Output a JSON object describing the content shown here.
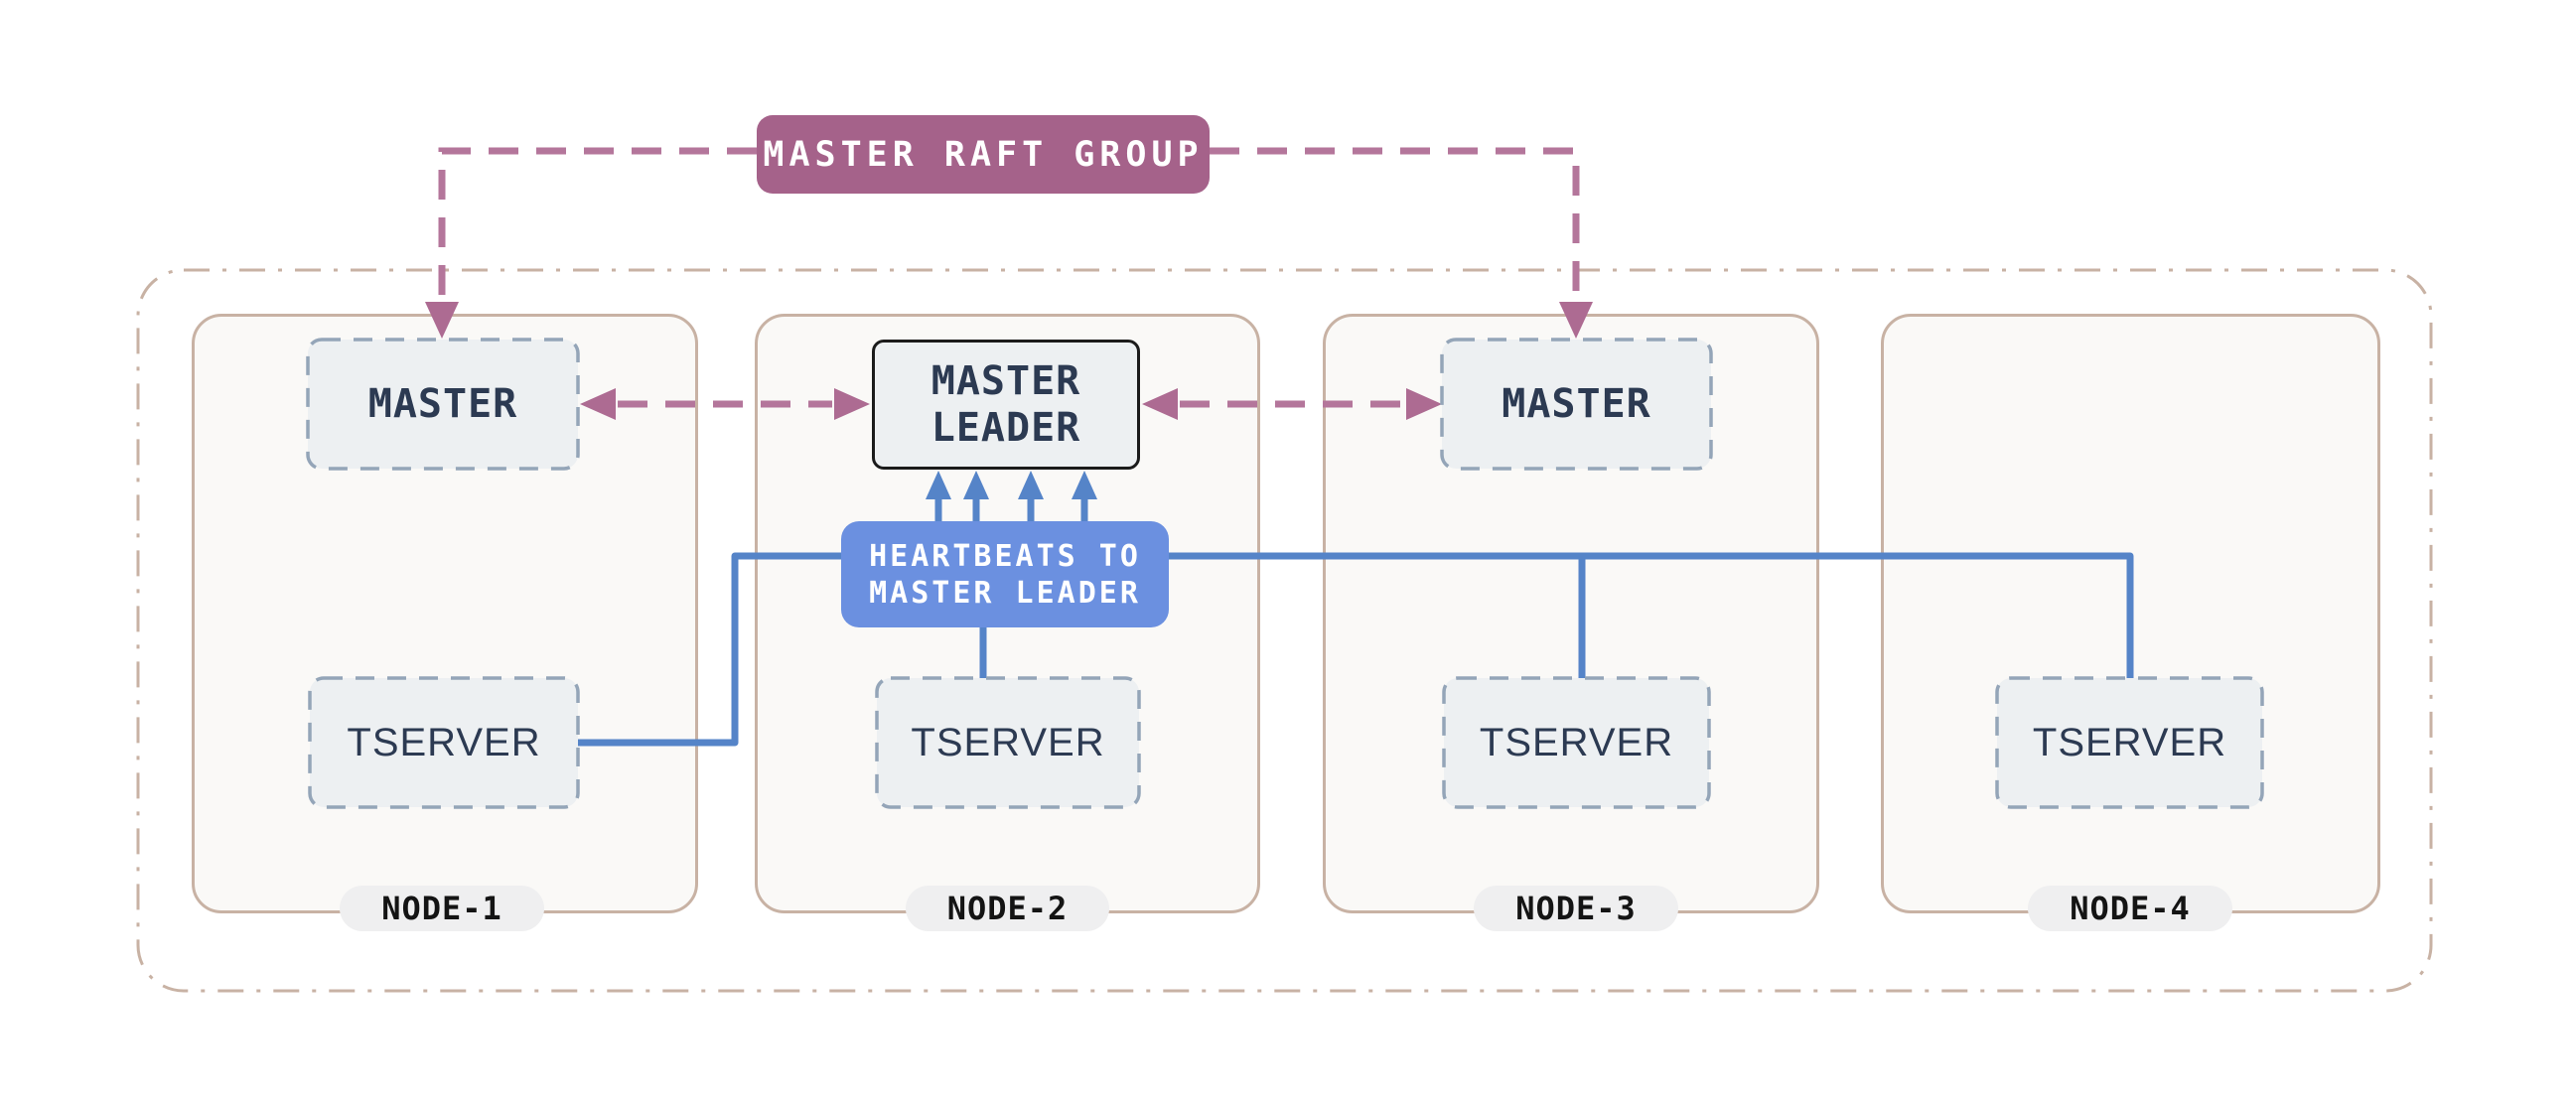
{
  "raft": {
    "label": "MASTER RAFT GROUP"
  },
  "heartbeats": {
    "line1": "HEARTBEATS TO",
    "line2": "MASTER LEADER"
  },
  "leader": {
    "line1": "MASTER",
    "line2": "LEADER"
  },
  "nodes": [
    {
      "label": "NODE-1",
      "master": "MASTER",
      "tserver": "TSERVER"
    },
    {
      "label": "NODE-2",
      "tserver": "TSERVER"
    },
    {
      "label": "NODE-3",
      "master": "MASTER",
      "tserver": "TSERVER"
    },
    {
      "label": "NODE-4",
      "tserver": "TSERVER"
    }
  ],
  "colors": {
    "tan": "#c8b2a4",
    "node-fill": "#faf9f7",
    "box-fill": "#edf0f2",
    "steel": "#94a5b8",
    "navy": "#2c3a52",
    "rose": "#b4769b",
    "rose-dark": "#a5628a",
    "rose-head": "#ad6b92",
    "blue": "#5584c8",
    "blue-light": "#6b90e0",
    "pill-bg": "#efeff0",
    "ink": "#141414"
  }
}
